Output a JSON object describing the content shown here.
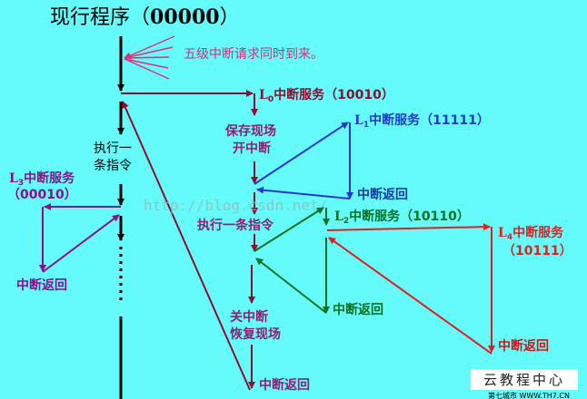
{
  "title": {
    "text": "现行程序（",
    "code": "00000",
    "close": "）"
  },
  "simultaneous_note": "五级中断请求同时到来。",
  "main_program": {
    "execute_line1": "执行一",
    "execute_line2": "条指令"
  },
  "l0": {
    "prefix": "L",
    "sub": "0",
    "label": "中断服务（10010）",
    "save_line1": "保存现场",
    "save_line2": "开中断",
    "execute": "执行一条指令",
    "close_line1": "关中断",
    "close_line2": "恢复现场",
    "return": "中断返回"
  },
  "l1": {
    "prefix": "L",
    "sub": "1",
    "label": "中断服务（11111）",
    "return": "中断返回"
  },
  "l2": {
    "prefix": "L",
    "sub": "2",
    "label": "中断服务（10110）",
    "return": "中断返回"
  },
  "l3": {
    "prefix": "L",
    "sub": "3",
    "label": "中断服务",
    "code": "（00010）",
    "return": "中断返回"
  },
  "l4": {
    "prefix": "L",
    "sub": "4",
    "label": "中断服务",
    "code": "（10111）",
    "return": "中断返回"
  },
  "watermark": "http://blog.csdn.net/",
  "logo": {
    "text": "云教程中心",
    "sub": "第七城市  WWW.TH7.CN"
  },
  "colors": {
    "background": "#66fbfb",
    "main": "#000000",
    "l0": "#8b1030",
    "l1": "#2438d0",
    "l2": "#0a7020",
    "l3": "#8a1090",
    "l4": "#e02020",
    "note": "#d0307a",
    "label_purple": "#902070"
  }
}
